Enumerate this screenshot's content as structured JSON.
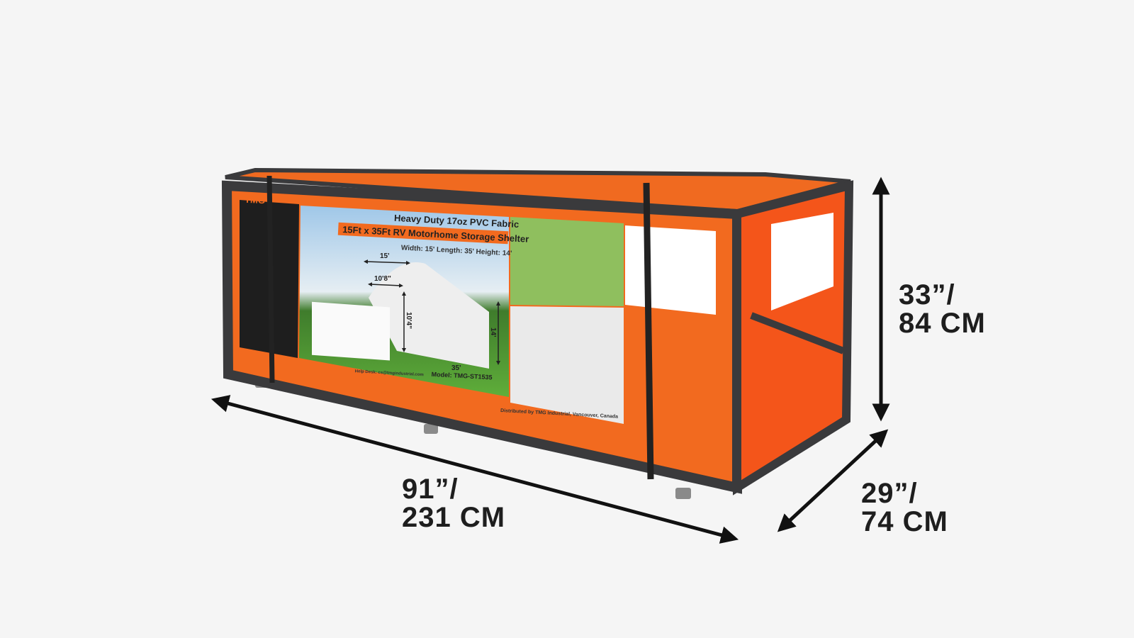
{
  "product": {
    "box_label": {
      "subtitle": "Heavy Duty 17oz PVC Fabric",
      "title": "15Ft x 35Ft RV Motorhome Storage Shelter",
      "specs": "Width: 15'  Length: 35'  Height: 14'",
      "dim_width": "15'",
      "dim_inner": "10'8\"",
      "dim_side": "10'4\"",
      "dim_height": "14'",
      "dim_length": "35'",
      "model": "Model: TMG-ST1535",
      "help_desk": "Help Desk: cs@tmgindustrial.com",
      "distributor": "Distributed by TMG Industrial, Vancouver, Canada",
      "brand": "TMG"
    }
  },
  "dimensions": {
    "length": {
      "imperial": "91”/",
      "metric": "231 CM"
    },
    "height": {
      "imperial": "33”/",
      "metric": "84 CM"
    },
    "depth": {
      "imperial": "29”/",
      "metric": "74 CM"
    }
  },
  "colors": {
    "box_orange": "#f26a1f",
    "frame": "#3a3a3c",
    "background": "#f5f5f5",
    "text": "#1e1e1e"
  }
}
